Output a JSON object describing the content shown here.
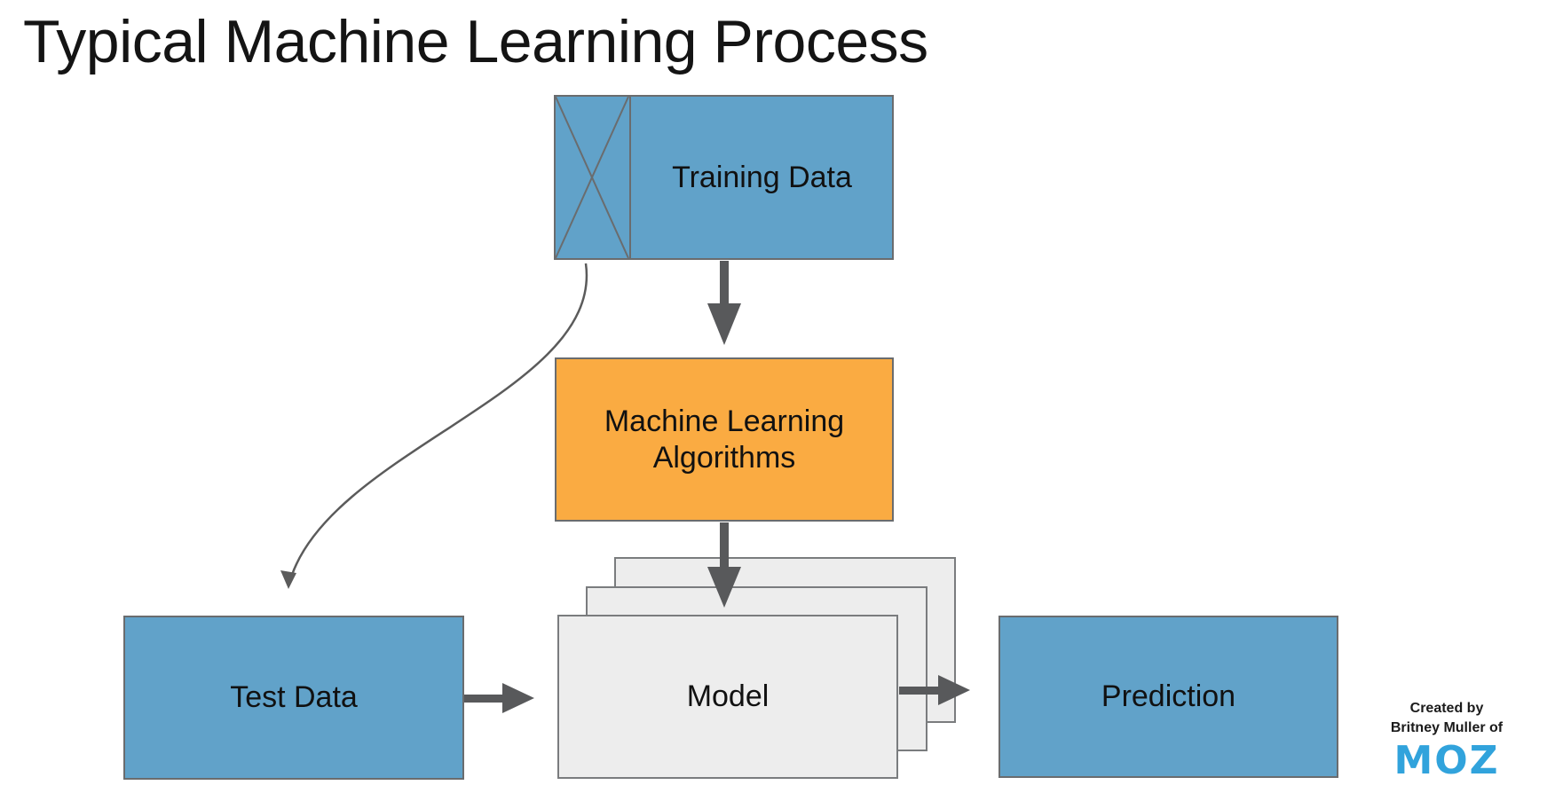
{
  "title": "Typical Machine Learning Process",
  "diagram": {
    "nodes": [
      {
        "id": "training-data",
        "label": "Training Data",
        "fill": "#61A2C9",
        "shape": "rectangle-with-crossed-strip"
      },
      {
        "id": "ml-algorithms",
        "label": "Machine Learning Algorithms",
        "fill": "#FAAB42",
        "shape": "rectangle"
      },
      {
        "id": "model",
        "label": "Model",
        "fill": "#EDEDED",
        "shape": "stacked-rectangles-x3"
      },
      {
        "id": "test-data",
        "label": "Test Data",
        "fill": "#61A2C9",
        "shape": "rectangle"
      },
      {
        "id": "prediction",
        "label": "Prediction",
        "fill": "#61A2C9",
        "shape": "rectangle"
      }
    ],
    "edges": [
      {
        "from": "training-data",
        "to": "ml-algorithms",
        "style": "thick-arrow-down"
      },
      {
        "from": "ml-algorithms",
        "to": "model",
        "style": "thick-arrow-down"
      },
      {
        "from": "test-data",
        "to": "model",
        "style": "thick-arrow-right"
      },
      {
        "from": "model",
        "to": "prediction",
        "style": "thick-arrow-right"
      },
      {
        "from": "training-data",
        "to": "test-data",
        "style": "thin-curved-arrow"
      }
    ],
    "colors": {
      "arrow": "#58595B",
      "curve_arrow": "#5B5B5B",
      "blue_orange_border": "#6A6C6E",
      "gray_border": "#7A7C7E"
    }
  },
  "credit": {
    "line1": "Created by",
    "line2": "Britney Muller of",
    "logo_text": "MOZ",
    "logo_color": "#31A3DC"
  }
}
